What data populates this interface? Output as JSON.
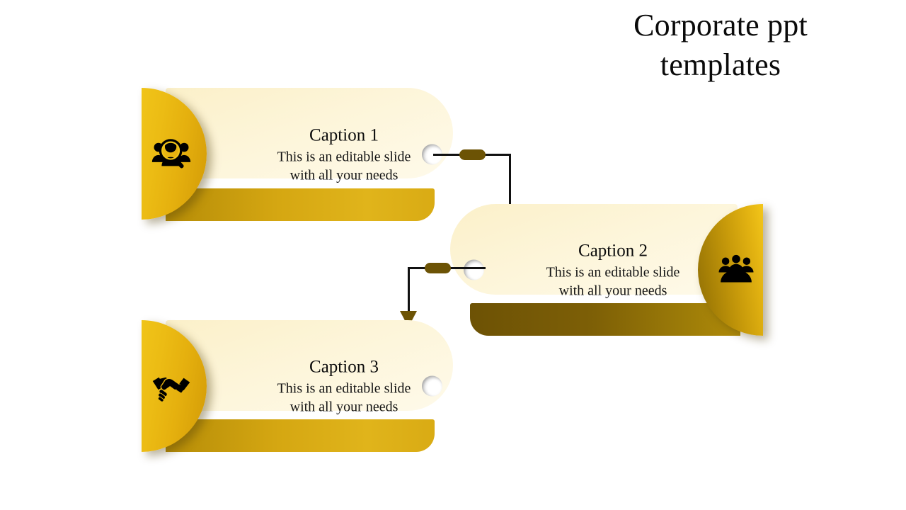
{
  "slide": {
    "title": "Corporate ppt templates",
    "background_color": "#ffffff"
  },
  "theme": {
    "accent_gold": "#e8b411",
    "accent_dark_gold": "#8c6c05",
    "cream": "#fdf5d9",
    "bar_gold": "#d5a712",
    "bar_dark": "#7d5f06",
    "connector_color": "#6c5305",
    "line_color": "#111111",
    "text_color": "#111111"
  },
  "cards": [
    {
      "id": "card-1",
      "caption": "Caption 1",
      "description": "This is an editable slide\nwith all your needs",
      "icon": "people-search-icon",
      "side": "left",
      "hole": "punch-hole"
    },
    {
      "id": "card-2",
      "caption": "Caption 2",
      "description": "This is an editable slide\nwith all your needs",
      "icon": "people-group-icon",
      "side": "right",
      "hole": "punch-hole"
    },
    {
      "id": "card-3",
      "caption": "Caption 3",
      "description": "This is an editable slide\nwith all your needs",
      "icon": "handshake-icon",
      "side": "left",
      "hole": "punch-hole"
    }
  ],
  "connectors": [
    {
      "id": "connector-1-to-2",
      "from": "card-1",
      "to": "card-2",
      "direction": "right-then-down"
    },
    {
      "id": "connector-2-to-3",
      "from": "card-2",
      "to": "card-3",
      "direction": "left-then-down"
    }
  ]
}
